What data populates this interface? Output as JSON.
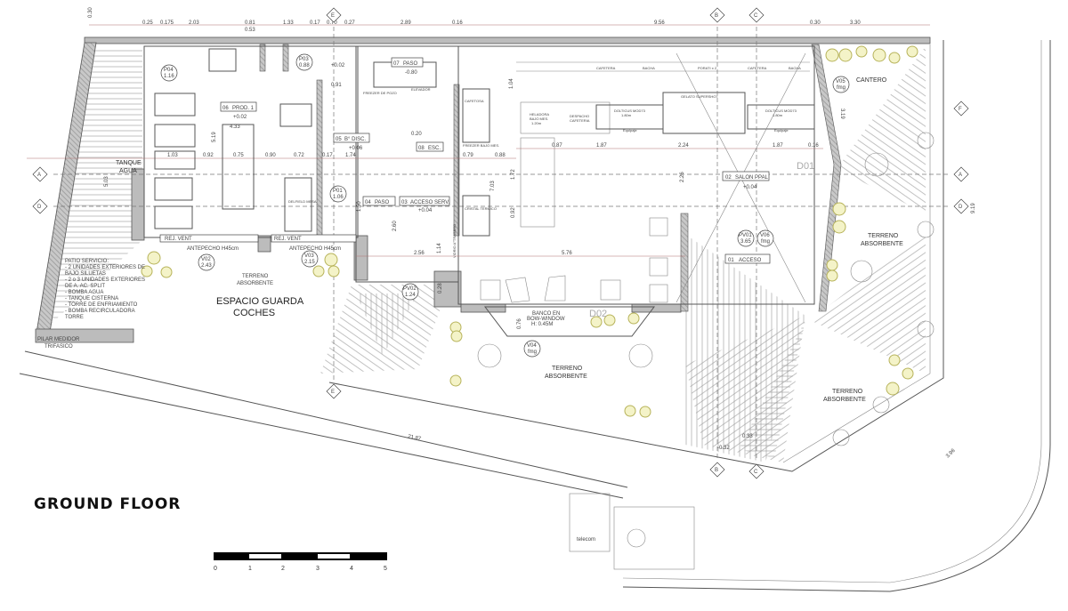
{
  "title": "GROUND FLOOR",
  "scale_bar": {
    "labels": [
      "0",
      "1",
      "2",
      "3",
      "4",
      "5"
    ],
    "unit": "m"
  },
  "grid_markers": {
    "A": "A",
    "B": "B",
    "C": "C",
    "D": "D",
    "E": "E",
    "F": "F"
  },
  "top_dimensions": [
    "0.30",
    "0.25",
    "0.175",
    "2.03",
    "0.81",
    "0.53",
    "1.33",
    "0.17",
    "0.70",
    "0.27",
    "2.89",
    "0.16",
    "9.56",
    "0.30",
    "3.30"
  ],
  "dimensions": {
    "d576": "5.76",
    "d256": "2.56",
    "d2187": "21.87",
    "d919": "9.19",
    "d396": "3.96",
    "d319": "3.19",
    "d187a": "1.87",
    "d224": "2.24",
    "d087": "0.87",
    "d187b": "1.87",
    "d016": "0.16",
    "d703": "7.03",
    "d226": "2.26",
    "d172": "1.72",
    "d092": "0.92",
    "d104": "1.04",
    "d433": "4.33",
    "d103": "1.03",
    "d092b": "0.92",
    "d075": "0.75",
    "d090": "0.90",
    "d072": "0.72",
    "d017": "0.17",
    "d174": "1.74",
    "d079": "0.79",
    "d088": "0.88",
    "d020": "0.20",
    "d091": "0.91",
    "d260": "2.60",
    "d150": "1.50",
    "d114": "1.14",
    "d028": "0.28",
    "d076": "0.76",
    "d519": "5.19",
    "d503": "5.03",
    "d033": "0.33"
  },
  "rooms": {
    "r01": {
      "num": "01",
      "name": "ACCESO"
    },
    "r02": {
      "num": "02",
      "name": "SALON PPAL",
      "level": "+0.04"
    },
    "r03": {
      "num": "03",
      "name": "ACCESO SERV.",
      "level": "+0.04"
    },
    "r04": {
      "num": "04",
      "name": "PASO"
    },
    "r05": {
      "num": "05",
      "name": "B° DISC.",
      "level": "+0.06"
    },
    "r06": {
      "num": "06",
      "name": "PROD. 1",
      "level": "+0.02"
    },
    "r07": {
      "num": "07",
      "name": "PASO",
      "level": "-0.80"
    },
    "r08": {
      "num": "08",
      "name": "ESC."
    }
  },
  "openings": {
    "p04": {
      "id": "P04",
      "val": "1.16"
    },
    "p03": {
      "id": "P03",
      "val": "0.88"
    },
    "p01": {
      "id": "P01",
      "val": "1.06"
    },
    "v02": {
      "id": "V02",
      "val": "2.43"
    },
    "v03": {
      "id": "V03",
      "val": "2.15"
    },
    "pv02": {
      "id": "PV02",
      "val": "1.24"
    },
    "v04": {
      "id": "V04",
      "val": "fmg"
    },
    "v05": {
      "id": "V05",
      "val": "fmg"
    },
    "pv01": {
      "id": "PV01",
      "val": "3.65"
    },
    "v06": {
      "id": "V06",
      "val": "fmg"
    }
  },
  "labels": {
    "tanque": [
      "TANQUE",
      "AGUA"
    ],
    "terreno": [
      "TERRENO",
      "ABSORBENTE"
    ],
    "guarda": [
      "ESPACIO GUARDA",
      "COCHES"
    ],
    "cantero": "CANTERO",
    "d01": "D01",
    "d02": "D02",
    "pilar": [
      "PILAR MEDIDOR",
      "TRIFASICO"
    ],
    "telecom": "telecom",
    "rejvent": "REJ. VENT",
    "antepecho": "ANTEPECHO H45cm",
    "banco": [
      "BANCO EN",
      "BOW-WINDOW",
      "H: 0.45M"
    ],
    "level_ext": "-0.32",
    "level_p03": "+0.02"
  },
  "patio_notes": [
    "PATIO SERVICIO:",
    "- 2 UNIDADES EXTERIORES DE",
    "BAJO SILUETAS",
    "- 2 o 3 UNIDADES EXTERIORES",
    "DE A. AC. SPLIT",
    "- BOMBA AGUA",
    "- TANQUE CISTERNA",
    "- TORRE DE ENFRIAMIENTO",
    "- BOMBA RECIRCULADORA",
    "TORRE"
  ],
  "equipment": {
    "cafetera": "CAFETERA",
    "bacha": "BACHA",
    "porati": "PORATI x 2",
    "heladora": [
      "HELADORA",
      "BAJO MES.",
      "1.20m"
    ],
    "despacho": [
      "DESPACHO",
      "CAFETERIA"
    ],
    "dolticus": [
      "DOLTICUS MOD73",
      "1.80m"
    ],
    "gelato": "GELATO SUPERSHOT",
    "freezer_pozo": "FREEZER DE POZO",
    "elevador": "ELEVADOR",
    "cafetosa": "CAFETOSA",
    "freezer_bajo": "FREEZER BAJO MES.",
    "cristal": "CRISTAL TERMICO",
    "delfield": "DELFIELD MESA",
    "vidrio": "VIDRIO A°TRASERO",
    "equipaje": "Equipaje"
  },
  "colors": {
    "wall": "#bcbcbc",
    "tree": "#f4f3c8",
    "dimension": "#b07070",
    "line": "#555555"
  }
}
